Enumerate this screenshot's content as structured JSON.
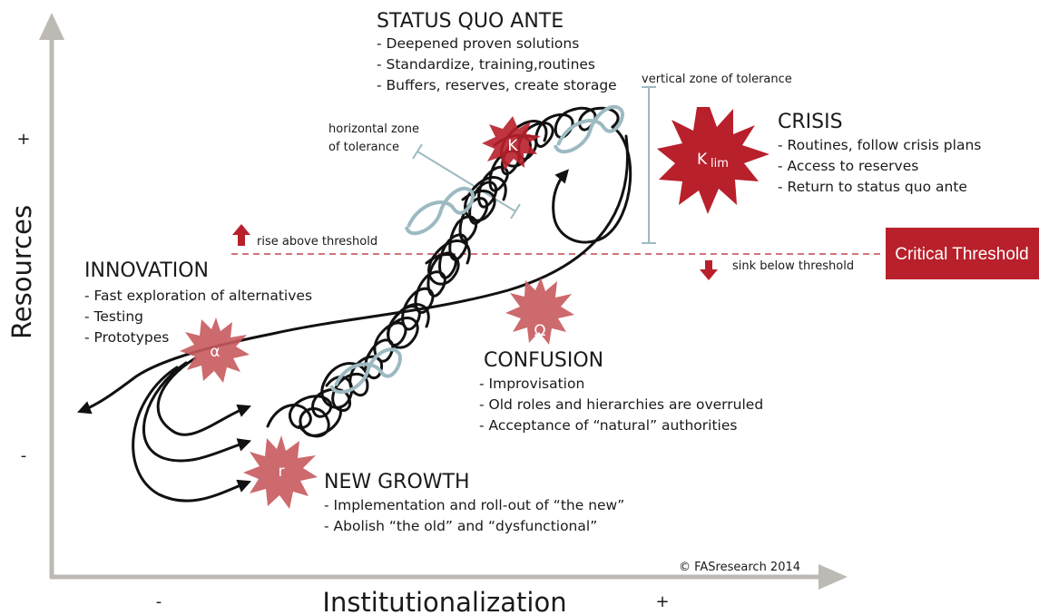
{
  "axes": {
    "y_label": "Resources",
    "x_label": "Institutionalization",
    "y_plus": "+",
    "y_minus": "-",
    "x_minus": "-",
    "x_plus": "+"
  },
  "phases": {
    "status_quo": {
      "title": "STATUS QUO ANTE",
      "items": [
        "- Deepened proven solutions",
        "- Standardize, training,routines",
        "- Buffers, reserves, create storage"
      ]
    },
    "crisis": {
      "title": "CRISIS",
      "items": [
        "- Routines, follow crisis plans",
        "- Access to reserves",
        "- Return to status quo ante"
      ]
    },
    "innovation": {
      "title": "INNOVATION",
      "items": [
        "- Fast exploration of alternatives",
        "- Testing",
        "- Prototypes"
      ]
    },
    "confusion": {
      "title": "CONFUSION",
      "items": [
        "- Improvisation",
        "- Old roles and hierarchies are overruled",
        "- Acceptance of “natural” authorities"
      ]
    },
    "new_growth": {
      "title": "NEW GROWTH",
      "items": [
        "- Implementation and roll-out of “the new”",
        "- Abolish “the old” and “dysfunctional”"
      ]
    }
  },
  "annotations": {
    "vertical_zone": "vertical zone of tolerance",
    "horizontal_zone_1": "horizontal zone",
    "horizontal_zone_2": "of tolerance",
    "rise": "rise above threshold",
    "sink": "sink below threshold",
    "critical_threshold": "Critical Threshold",
    "copyright": "© FASresearch 2014"
  },
  "stars": {
    "k": "K",
    "k_lim": "K",
    "k_lim_sub": "lim",
    "omega": "Ω",
    "alpha": "α",
    "r": "r"
  },
  "colors": {
    "star_dark": "#b8202b",
    "star_light": "#c85a5e",
    "threshold": "#b8202b",
    "loop": "#9dbac2",
    "axis": "#bdbab5"
  }
}
